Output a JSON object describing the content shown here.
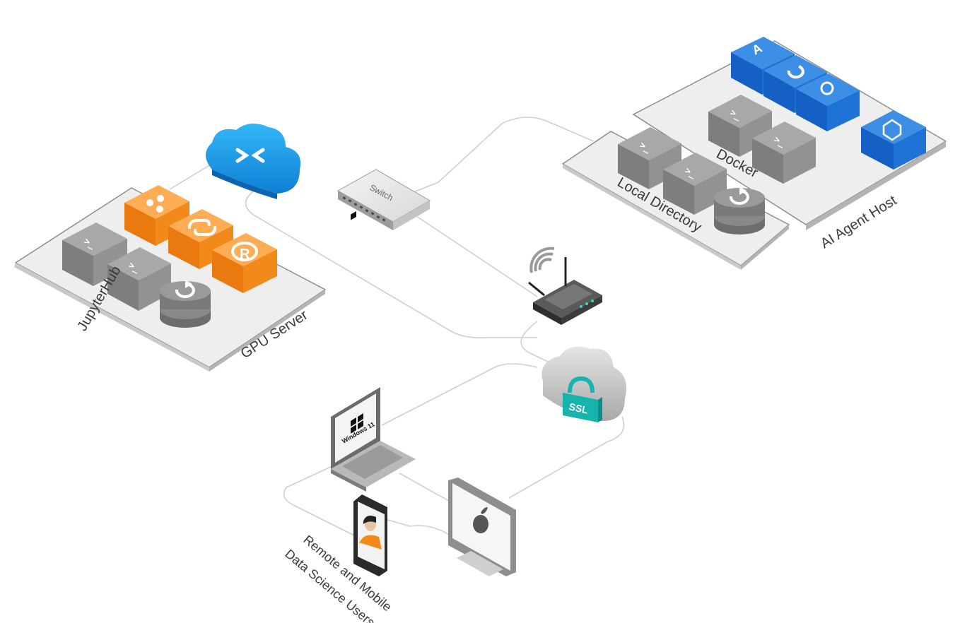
{
  "labels": {
    "gpu_server": "GPU Server",
    "jupyterhub": "JupyterHub",
    "ai_agent_host": "AI Agent Host",
    "docker": "Docker",
    "local_directory": "Local Directory",
    "switch": "Switch",
    "ssl": "SSL",
    "windows": "Windows 11",
    "users_line1": "Remote and Mobile",
    "users_line2": "Data Science Users"
  },
  "terminal_prompt": ">_",
  "colors": {
    "orange": "#f28a1b",
    "blue": "#1f73d6",
    "cloud_blue": "#1ea0ee",
    "ssl_teal": "#17b3ad",
    "server_gray": "#8d8d8d",
    "platform": "#eeeeee",
    "line": "#cfcfcf"
  }
}
